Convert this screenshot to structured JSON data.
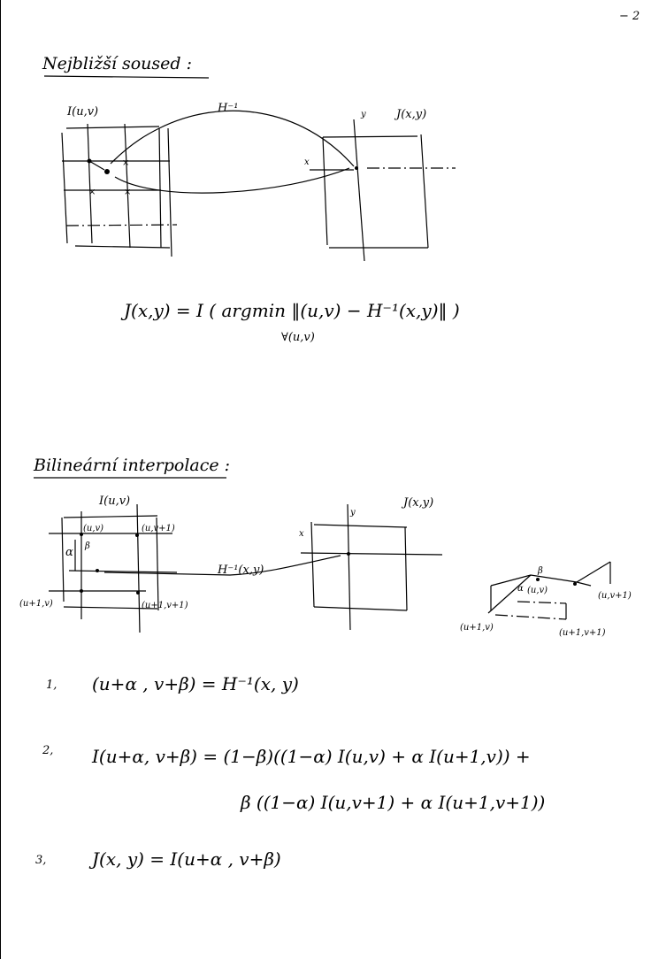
{
  "page_number": "− 2",
  "section1": {
    "heading": "Nejbližší soused :",
    "source_label": "I(u,v)",
    "target_label": "J(x,y)",
    "mapping_label": "H⁻¹",
    "axis_y": "y",
    "axis_x": "x",
    "formula_main": "J(x,y)  =  I ( argmin ‖(u,v) − H⁻¹(x,y)‖ )",
    "formula_sub": "∀(u,v)"
  },
  "section2": {
    "heading": "Bilineární interpolace :",
    "source_label": "I(u,v)",
    "target_label": "J(x,y)",
    "mapping_label": "H⁻¹(x,y)",
    "axis_y": "y",
    "axis_x": "x",
    "grid_points": [
      "(u,v)",
      "(u,v+1)",
      "(u+1,v)",
      "(u+1,v+1)"
    ],
    "alpha": "α",
    "beta": "β",
    "cube_labels": [
      "(u,v)",
      "(u,v+1)",
      "(u+1,v)",
      "(u+1,v+1)",
      "α",
      "β"
    ],
    "steps": [
      {
        "num": "1,",
        "text": "(u+α , v+β)  =  H⁻¹(x, y)"
      },
      {
        "num": "2,",
        "text": "I(u+α, v+β) = (1−β)((1−α) I(u,v)  +  α I(u+1,v))  +"
      },
      {
        "num": "",
        "text": "β ((1−α) I(u,v+1)  +  α I(u+1,v+1))"
      },
      {
        "num": "3,",
        "text": "J(x, y)  =  I(u+α , v+β)"
      }
    ]
  }
}
